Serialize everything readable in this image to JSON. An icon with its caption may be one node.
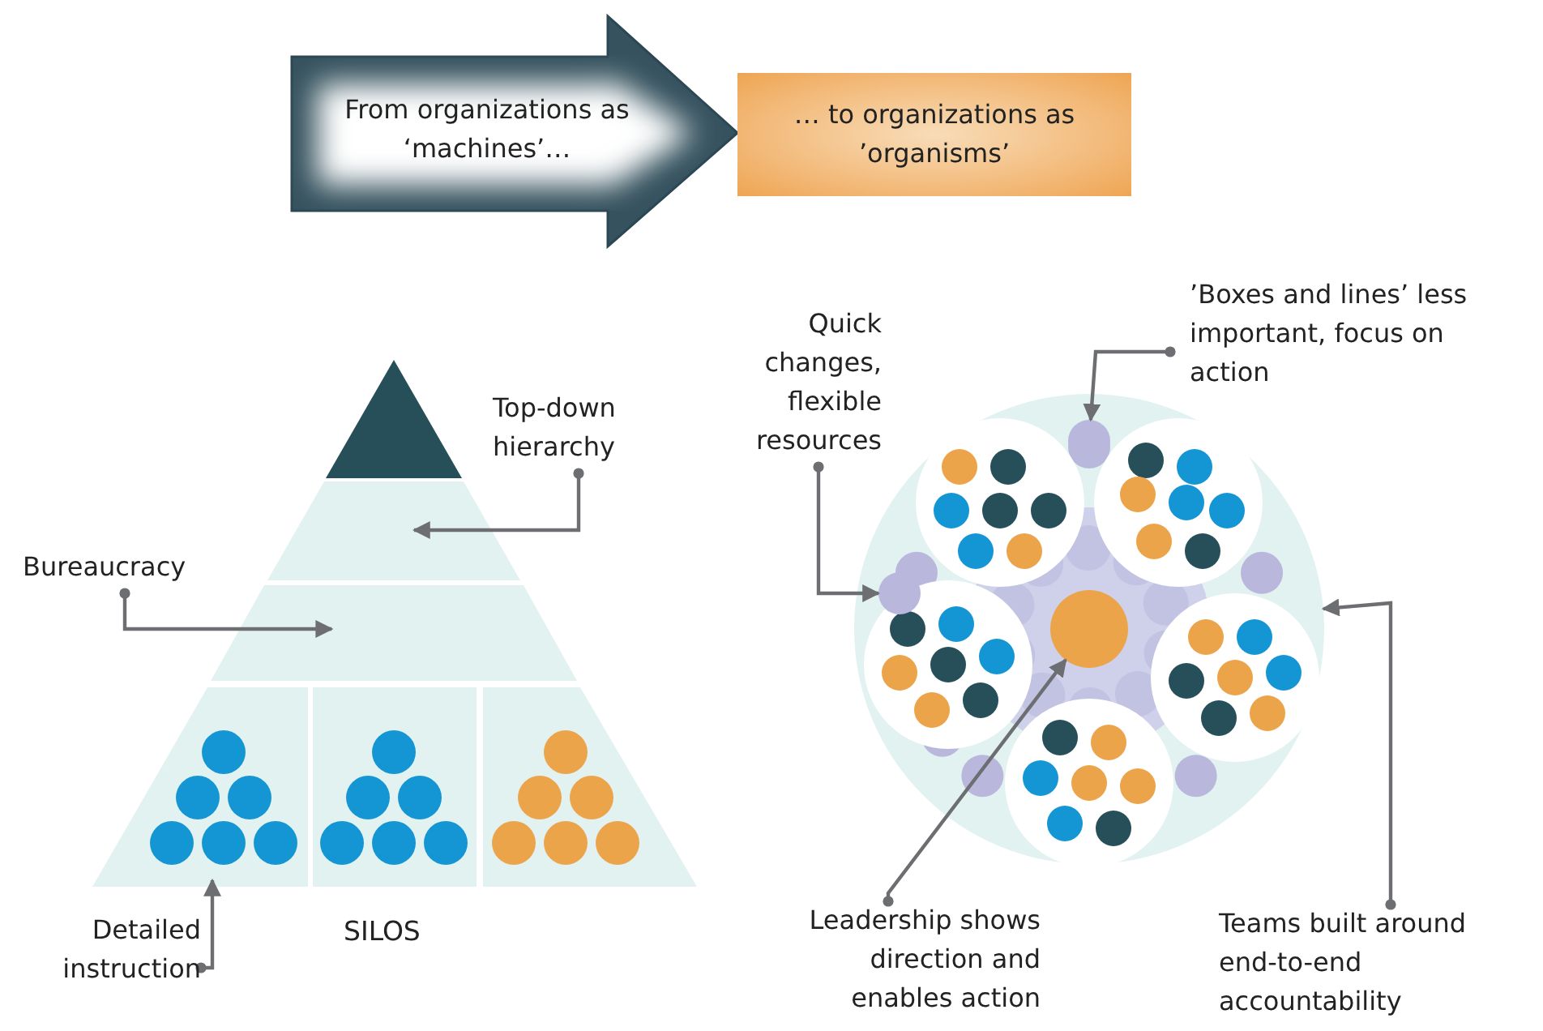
{
  "diagram": {
    "nodes": [
      {
        "text": [
          "From organizations as ‘machines’…"
        ]
      },
      {
        "text": [
          "… to organizations as ’organisms’"
        ]
      },
      {
        "text": [
          "Top-down hierarchy"
        ]
      },
      {
        "text": [
          "Bureaucracy"
        ]
      },
      {
        "text": [],
        "shape": "band"
      },
      {
        "text": [],
        "shape": "band"
      },
      {
        "text": [],
        "shape": "box"
      },
      {
        "text": [
          "Detailed instruction"
        ]
      },
      {
        "text": [
          "Quick changes, flexible resources"
        ]
      },
      {
        "text": [
          "’Boxes and lines’ less important, focus on action"
        ]
      },
      {
        "text": [],
        "shape": "circle"
      },
      {
        "text": [],
        "shape": "circle",
        "in": 10
      },
      {
        "text": [],
        "shape": "circle",
        "in": 10
      },
      {
        "text": [],
        "shape": "circle",
        "in": 10
      },
      {
        "text": [
          "Leadership shows direction and enables action"
        ]
      },
      {
        "text": [
          "Teams built around end-to-end accountability"
        ]
      }
    ],
    "edges": [
      {
        "from": 2,
        "to": 4,
        "arrow": "to"
      },
      {
        "from": 3,
        "to": 5,
        "arrow": "to"
      },
      {
        "from": 7,
        "to": 6,
        "arrow": "to"
      },
      {
        "from": 9,
        "to": 11,
        "arrow": "to"
      },
      {
        "from": 8,
        "to": 12,
        "arrow": "to"
      },
      {
        "from": 14,
        "to": 13,
        "arrow": "to"
      },
      {
        "from": 15,
        "to": 10,
        "arrow": "to"
      }
    ],
    "labels": [
      "SILOS"
    ]
  }
}
